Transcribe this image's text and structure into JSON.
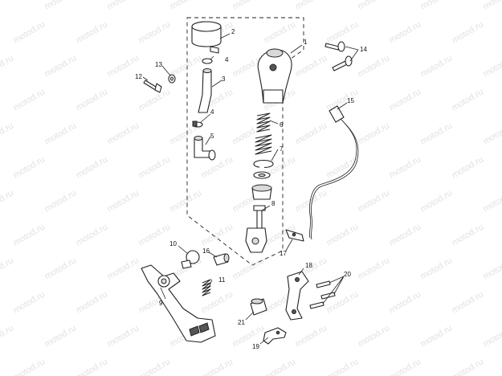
{
  "watermark_text": "motod.ru",
  "callouts": {
    "c1": "1",
    "c2": "2",
    "c3": "3",
    "c4a": "4",
    "c4b": "4",
    "c5": "5",
    "c6": "6",
    "c7": "7",
    "c8": "8",
    "c9": "9",
    "c10": "10",
    "c11": "11",
    "c12": "12",
    "c13": "13",
    "c14": "14",
    "c15": "15",
    "c16": "16",
    "c17": "17",
    "c18": "18",
    "c19": "19",
    "c20": "20",
    "c21": "21"
  },
  "colors": {
    "line": "#222222",
    "watermark": "#c9c9c9",
    "background": "#ffffff"
  }
}
